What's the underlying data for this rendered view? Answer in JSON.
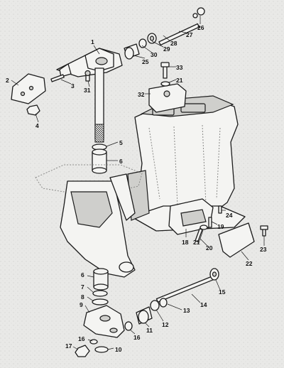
{
  "labels": {
    "l1": "1",
    "l2": "2",
    "l3": "3",
    "l4": "4",
    "l5": "5",
    "l6a": "6",
    "l6b": "6",
    "l7": "7",
    "l8": "8",
    "l9": "9",
    "l10": "10",
    "l11": "11",
    "l12": "12",
    "l13": "13",
    "l14": "14",
    "l15": "15",
    "l16a": "16",
    "l16b": "16",
    "l17": "17",
    "l18": "18",
    "l19": "19",
    "l20": "20",
    "l21a": "21",
    "l21b": "21",
    "l22": "22",
    "l23": "23",
    "l24": "24",
    "l25": "25",
    "l26": "26",
    "l27": "27",
    "l28": "28",
    "l29": "29",
    "l30": "30",
    "l31": "31",
    "l32": "32",
    "l33": "33"
  }
}
